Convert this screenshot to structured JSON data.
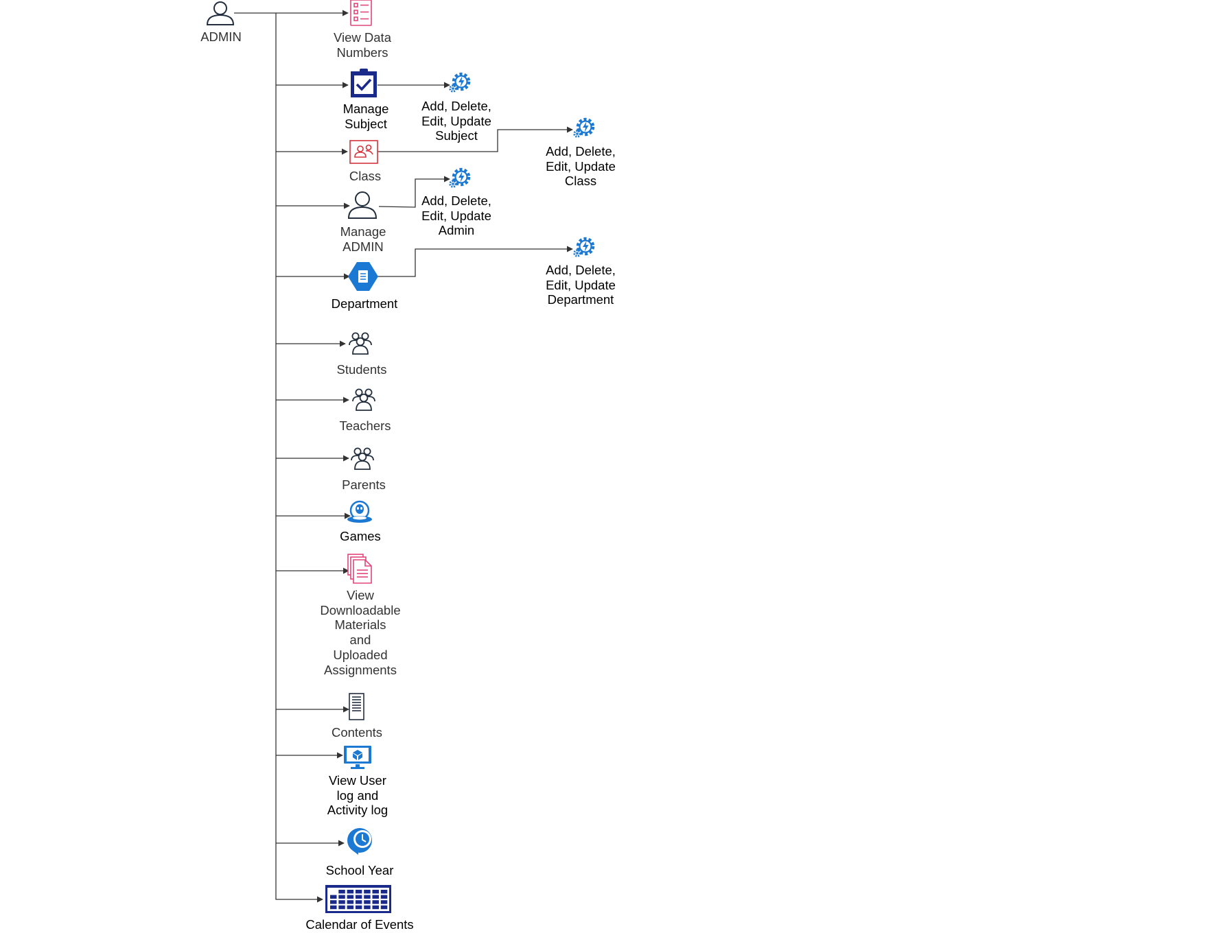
{
  "root": {
    "label": "ADMIN"
  },
  "nodes": [
    {
      "id": "view-data-numbers",
      "label": "View Data\nNumbers",
      "icon": "checklist-icon"
    },
    {
      "id": "manage-subject",
      "label": "Manage\nSubject",
      "icon": "clipboard-check-icon"
    },
    {
      "id": "class",
      "label": "Class",
      "icon": "contact-card-icon"
    },
    {
      "id": "manage-admin",
      "label": "Manage\nADMIN",
      "icon": "user-icon"
    },
    {
      "id": "department",
      "label": "Department",
      "icon": "document-hexagon-icon"
    },
    {
      "id": "students",
      "label": "Students",
      "icon": "users-group-icon"
    },
    {
      "id": "teachers",
      "label": "Teachers",
      "icon": "users-group-icon"
    },
    {
      "id": "parents",
      "label": "Parents",
      "icon": "users-group-icon"
    },
    {
      "id": "games",
      "label": "Games",
      "icon": "alien-ufo-icon"
    },
    {
      "id": "downloadable",
      "label": "View\nDownloadable\nMaterials\nand\nUploaded\nAssignments",
      "icon": "documents-stack-icon"
    },
    {
      "id": "contents",
      "label": "Contents",
      "icon": "text-document-icon"
    },
    {
      "id": "user-log",
      "label": "View User\nlog and\nActivity log",
      "icon": "monitor-icon"
    },
    {
      "id": "school-year",
      "label": "School Year",
      "icon": "clock-icon"
    },
    {
      "id": "calendar",
      "label": "Calendar of Events",
      "icon": "calendar-grid-icon"
    }
  ],
  "actions": [
    {
      "id": "subject-actions",
      "label": "Add, Delete,\nEdit, Update\nSubject",
      "icon": "gear-bolt-icon"
    },
    {
      "id": "class-actions",
      "label": "Add, Delete,\nEdit, Update\nClass",
      "icon": "gear-bolt-icon"
    },
    {
      "id": "admin-actions",
      "label": "Add, Delete,\nEdit, Update\nAdmin",
      "icon": "gear-bolt-icon"
    },
    {
      "id": "department-actions",
      "label": "Add, Delete,\nEdit, Update\nDepartment",
      "icon": "gear-bolt-icon"
    }
  ],
  "colors": {
    "line": "#333333",
    "pink": "#e0457b",
    "navy": "#1a2a8a",
    "red": "#d6323c",
    "blue": "#1b78d3",
    "dark": "#232f3e"
  }
}
